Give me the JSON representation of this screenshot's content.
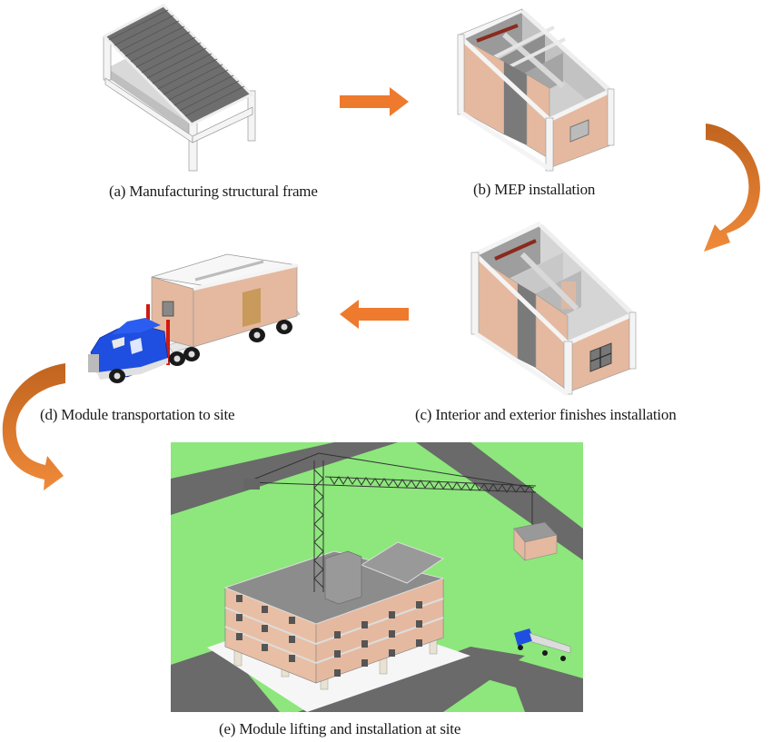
{
  "figure": {
    "panels": [
      {
        "id": "a",
        "caption": "(a) Manufacturing structural frame",
        "illustration": "structural-frame-module"
      },
      {
        "id": "b",
        "caption": "(b) MEP installation",
        "illustration": "mep-installed-module"
      },
      {
        "id": "c",
        "caption": "(c) Interior and exterior finishes installation",
        "illustration": "finished-module"
      },
      {
        "id": "d",
        "caption": "(d) Module transportation to site",
        "illustration": "truck-with-module"
      },
      {
        "id": "e",
        "caption": "(e) Module lifting and installation at site",
        "illustration": "crane-site-scene"
      }
    ],
    "arrows": [
      {
        "from": "a",
        "to": "b",
        "shape": "straight-right"
      },
      {
        "from": "b",
        "to": "c",
        "shape": "curved-down"
      },
      {
        "from": "c",
        "to": "d",
        "shape": "straight-left"
      },
      {
        "from": "d",
        "to": "e",
        "shape": "curved-down"
      }
    ],
    "colors": {
      "arrow_orange": "#EE7A2E",
      "arrow_dark": "#C0641F",
      "module_wall": "#E5B99F",
      "frame_white": "#F4F4F4",
      "roof_gray": "#6E6E6E",
      "truck_blue": "#1F4FE0",
      "grass_green": "#8DE77C",
      "road_gray": "#6A6A6A",
      "pipe_red": "#8A2A1E"
    }
  }
}
